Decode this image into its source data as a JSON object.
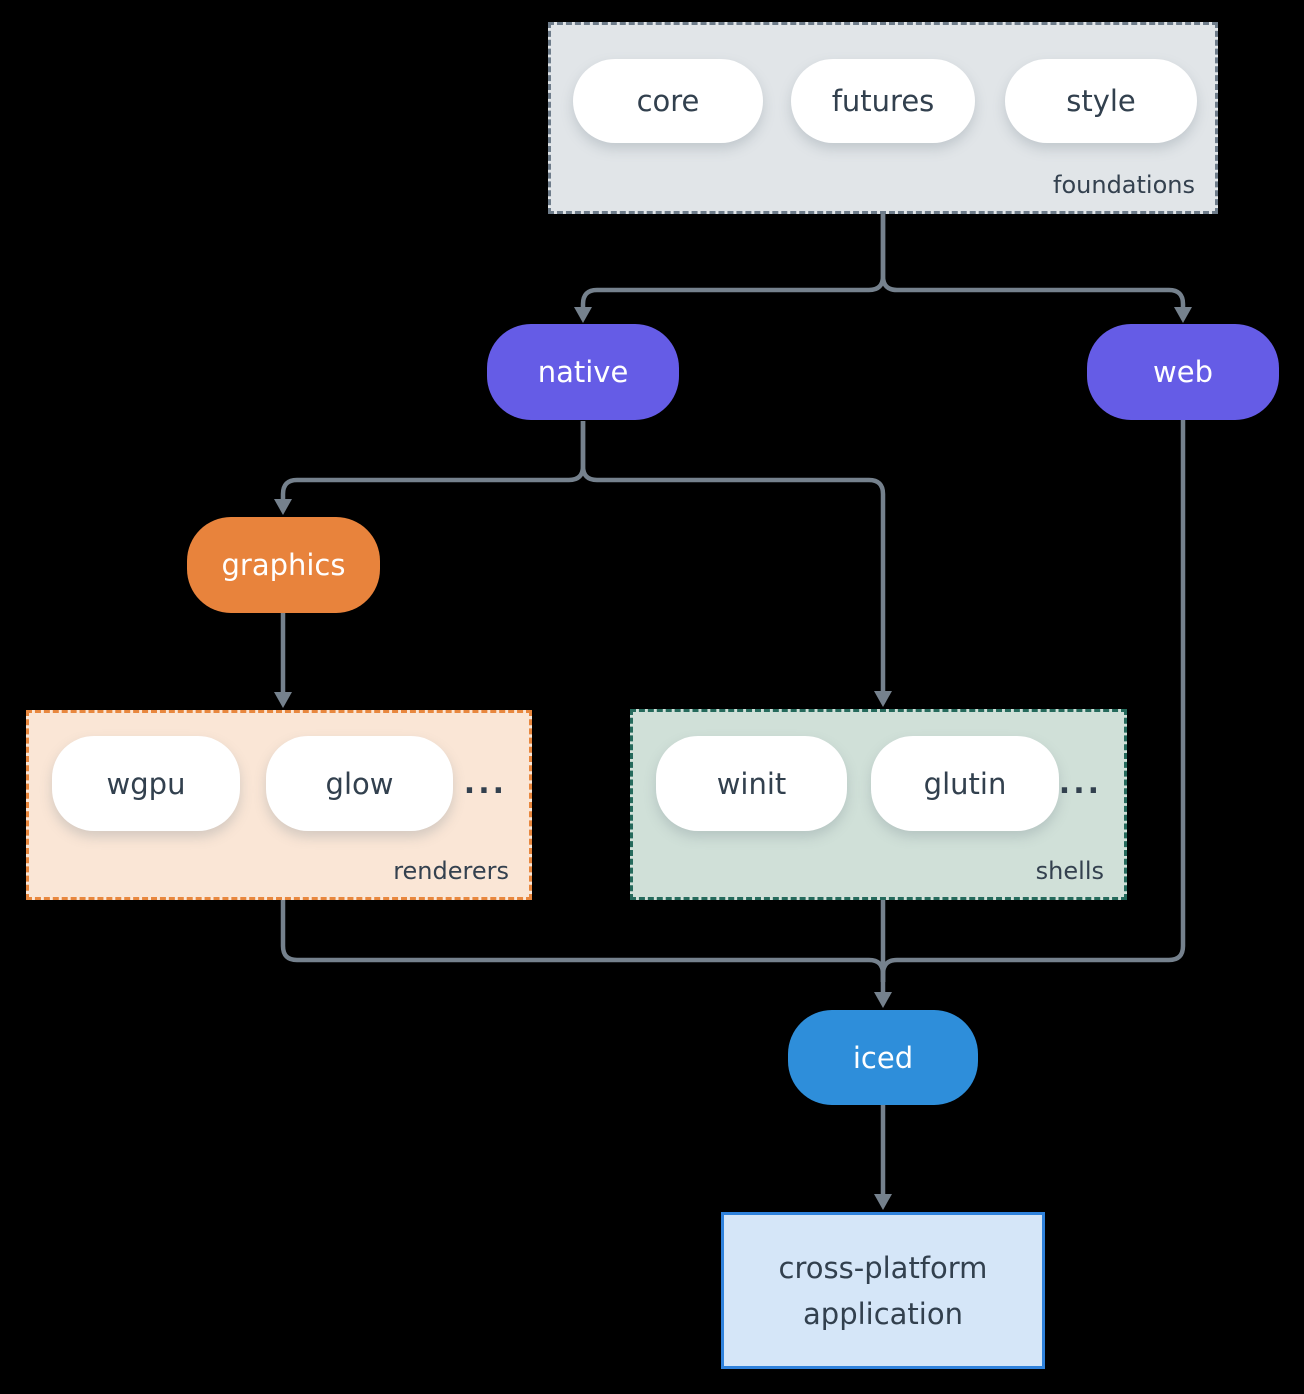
{
  "diagram": {
    "foundations": {
      "label": "foundations",
      "pills": [
        "core",
        "futures",
        "style"
      ]
    },
    "native_label": "native",
    "web_label": "web",
    "graphics_label": "graphics",
    "renderers": {
      "label": "renderers",
      "pills": [
        "wgpu",
        "glow"
      ],
      "more": "..."
    },
    "shells": {
      "label": "shells",
      "pills": [
        "winit",
        "glutin"
      ],
      "more": "..."
    },
    "iced_label": "iced",
    "application": {
      "line1": "cross-platform",
      "line2": "application"
    },
    "colors": {
      "background": "#000000",
      "connector": "#75818D",
      "foundations_fill": "#E1E5E8",
      "foundations_border": "#6E7C8A",
      "purple": "#655CE6",
      "orange": "#E8833C",
      "renderers_fill": "#FAE6D6",
      "renderers_border": "#E8873E",
      "shells_fill": "#D0E0D8",
      "shells_border": "#256A5C",
      "iced_blue": "#2E8EDA",
      "application_fill": "#D5E6F8",
      "application_border": "#2F82DC",
      "dark_text": "#32404E"
    }
  }
}
